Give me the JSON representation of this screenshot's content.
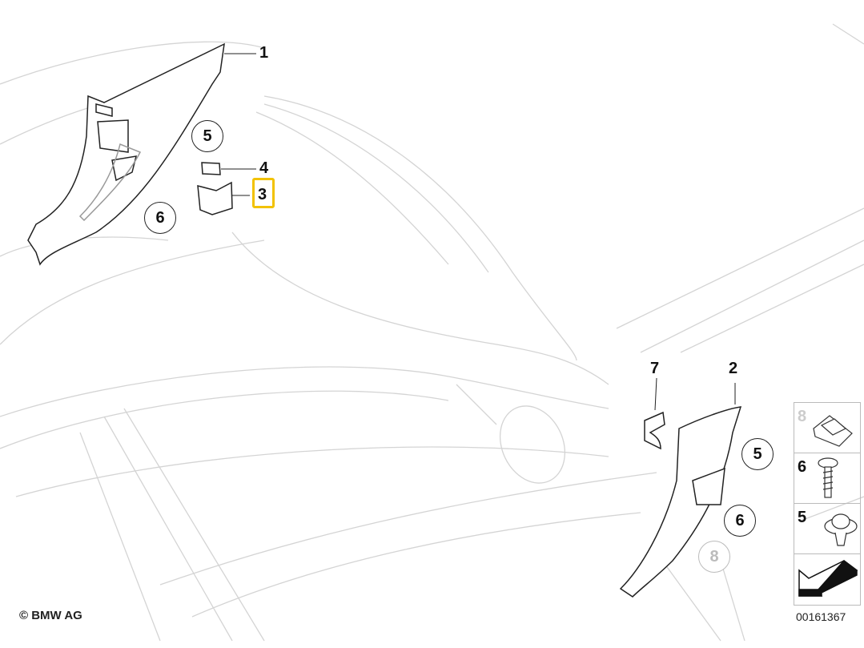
{
  "callouts": {
    "part1": "1",
    "part2": "2",
    "part3": "3",
    "part4": "4",
    "part7": "7"
  },
  "circled": {
    "top_5": "5",
    "top_6": "6",
    "right_5": "5",
    "right_6": "6",
    "right_8": "8"
  },
  "legend": [
    {
      "num": "8",
      "icon": "clip-icon"
    },
    {
      "num": "6",
      "icon": "screw-icon"
    },
    {
      "num": "5",
      "icon": "push-rivet-icon"
    },
    {
      "num": "",
      "icon": "arrow-icon"
    }
  ],
  "copyright": "© BMW AG",
  "image_number": "00161367",
  "highlight_color": "#f2c200"
}
